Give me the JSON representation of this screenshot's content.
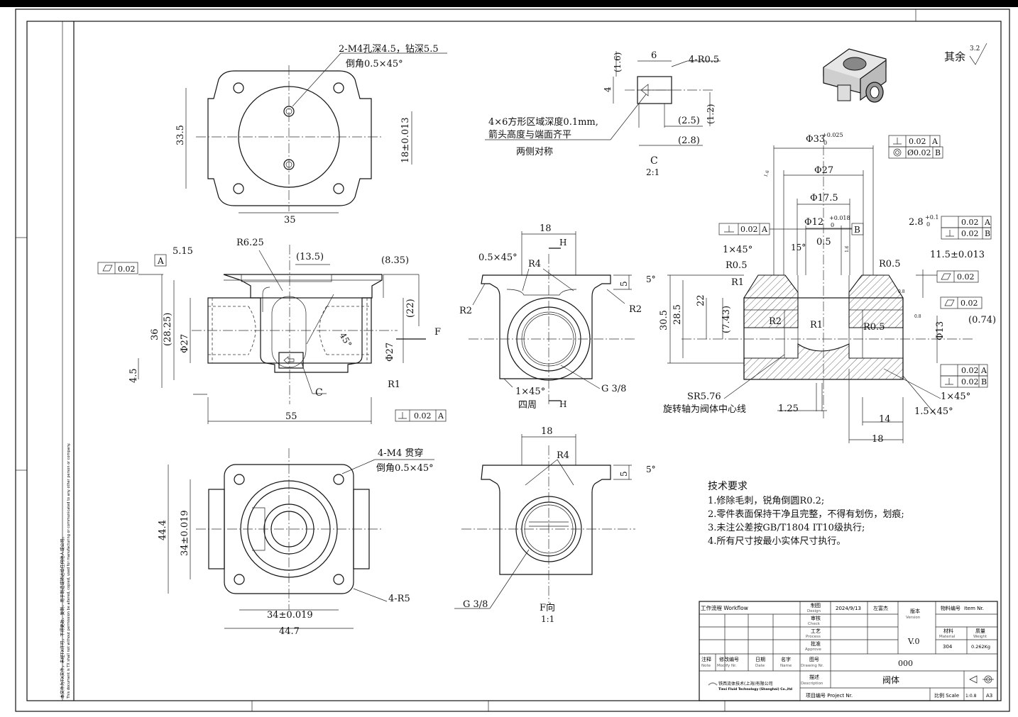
{
  "drawing": {
    "surface_note": "其余",
    "surface_roughness": "3.2",
    "top_view": {
      "hole_note_1": "2-M4孔深4.5，钻深5.5",
      "hole_note_2": "倒角0.5×45°",
      "dim_height": "33.5",
      "dim_tol": "18±0.013",
      "dim_width": "35"
    },
    "detail_c": {
      "dim_6": "6",
      "dim_r": "4-R0.5",
      "dim_16": "(1.6)",
      "dim_4": "4",
      "dim_12": "(1.2)",
      "dim_25": "(2.5)",
      "dim_28": "(2.8)",
      "note_1": "4×6方形区域深度0.1mm,",
      "note_2": "箭头高度与端面齐平",
      "note_3": "两侧对称",
      "label": "C",
      "scale": "2:1"
    },
    "front_view": {
      "datum_a": "A",
      "flatness": "0.02",
      "dim_515": "5.15",
      "dim_r625": "R6.25",
      "dim_135": "(13.5)",
      "dim_835": "(8.35)",
      "dim_22": "(22)",
      "dim_36": "36",
      "dim_2825": "(28.25)",
      "dim_d27_left": "Φ27",
      "dim_d27_right": "Φ27",
      "dim_45deg": "45°",
      "dim_45": "4.5",
      "dim_r1": "R1",
      "dim_55": "55",
      "perp_tol": "0.02",
      "perp_datum": "A",
      "label_c": "C",
      "label_f": "F"
    },
    "side_view": {
      "dim_18": "18",
      "chamfer": "0.5×45°",
      "label_h": "H",
      "dim_r4": "R4",
      "dim_5": "5",
      "dim_5deg": "5°",
      "dim_r2_left": "R2",
      "dim_r2_right": "R2",
      "chamfer_bottom": "1×45°",
      "around": "四周",
      "thread": "G 3/8"
    },
    "section_view": {
      "dim_d33": "Φ33",
      "dim_d33_tol_up": "+0.025",
      "dim_d33_tol_lo": "0",
      "tol1_val": "0.02",
      "tol1_datum": "A",
      "tol2_val": "Ø0.02",
      "tol2_datum": "B",
      "dim_d27": "Φ27",
      "dim_d175": "Φ17.5",
      "dim_d12": "Φ12",
      "dim_d12_tol_up": "+0.018",
      "dim_d12_tol_lo": "0",
      "datum_b": "B",
      "perp_val": "0.02",
      "perp_datum": "A",
      "dim_28": "2.8",
      "dim_28_tol_up": "+0.1",
      "dim_28_tol_lo": "0",
      "par_val": "0.02",
      "par_datum": "A",
      "perp2_val": "0.02",
      "perp2_datum": "B",
      "ch_1x45": "1×45°",
      "ch_15": "15°",
      "dim_05": "0.5",
      "r05_a": "R0.5",
      "r05_b": "R0.5",
      "r05_c": "R0.5",
      "dim_115": "11.5±0.013",
      "flat1": "0.02",
      "flat2": "0.02",
      "dim_r1a": "R1",
      "dim_r1b": "R1",
      "dim_r2": "R2",
      "dim_305": "30.5",
      "dim_285": "28.5",
      "dim_22": "22",
      "dim_743": "(7.43)",
      "dim_d13": "Φ13",
      "dim_074": "(0.74)",
      "perp3_val": "0.02",
      "perp3_datum": "A",
      "perp4_val": "0.02",
      "perp4_datum": "B",
      "ch_1x45b": "1×45°",
      "ch_15x45": "1.5×45°",
      "sr": "SR5.76",
      "axis_note": "旋转轴为阀体中心线",
      "dim_125": "1.25",
      "dim_14": "14",
      "dim_18": "18",
      "rough_1": "1.6",
      "rough_2": "0.8",
      "rough_3": "1.6",
      "rough_4": "0.8"
    },
    "bottom_view": {
      "hole_note_1": "4-M4 贯穿",
      "hole_note_2": "倒角0.5×45°",
      "dim_444": "44.4",
      "dim_34v": "34±0.019",
      "dim_34h": "34±0.019",
      "dim_447": "44.7",
      "dim_r5": "4-R5"
    },
    "f_view": {
      "dim_18": "18",
      "dim_r4": "R4",
      "dim_5": "5",
      "dim_5deg": "5°",
      "thread": "G 3/8",
      "label": "F向",
      "scale": "1:1"
    },
    "tech_req": {
      "title": "技术要求",
      "items": [
        "1.修除毛刺，锐角倒圆R0.2;",
        "2.零件表面保持干净且完整，不得有划伤，划痕;",
        "3.未注公差按GB/T1804 IT10级执行;",
        "4.所有尺寸按最小实体尺寸执行。"
      ]
    },
    "side_notice": [
      "本文件为TX文件，未经TX许可，不得更改、复制、用于制造或转达给任何他人或公司。",
      "This document is TX shall not without permission be altered, copied, used for manufacturing or communicated to any other person or company."
    ]
  },
  "title_block": {
    "workflow": "工作流程 Workflow",
    "design_cn": "制图",
    "design_en": "Design",
    "date": "2024/9/13",
    "designer": "左富杰",
    "check_cn": "审核",
    "check_en": "Check",
    "process_cn": "工艺",
    "process_en": "Process",
    "approve_cn": "批准",
    "approve_en": "Approve",
    "version_cn": "版本",
    "version_en": "Version",
    "version": "V.0",
    "item_cn": "物料编号",
    "item_en": "Item Nr.",
    "material_cn": "材料",
    "material_en": "Material",
    "material": "304",
    "weight_cn": "质量",
    "weight_en": "Weight",
    "weight": "0.262Kg",
    "note_cn": "注释",
    "note_en": "Note",
    "modify_cn": "修改编号",
    "modify_en": "Modify Nr.",
    "date_cn": "日期",
    "date_en": "Date",
    "name_cn": "名字",
    "name_en": "Name",
    "drawing_cn": "图号",
    "drawing_en": "Drawing Nr.",
    "drawing_nr": "000",
    "desc_cn": "描述",
    "desc_en": "Description",
    "description": "阀体",
    "company_cn": "铁西流体技术(上海)有限公司",
    "company_en": "Tiexi Fluid Technology (Shanghai) Co.,ltd",
    "project": "项目编号 Project Nr.",
    "scale_label": "比例 Scale",
    "scale": "1:0.8",
    "size": "A3"
  }
}
